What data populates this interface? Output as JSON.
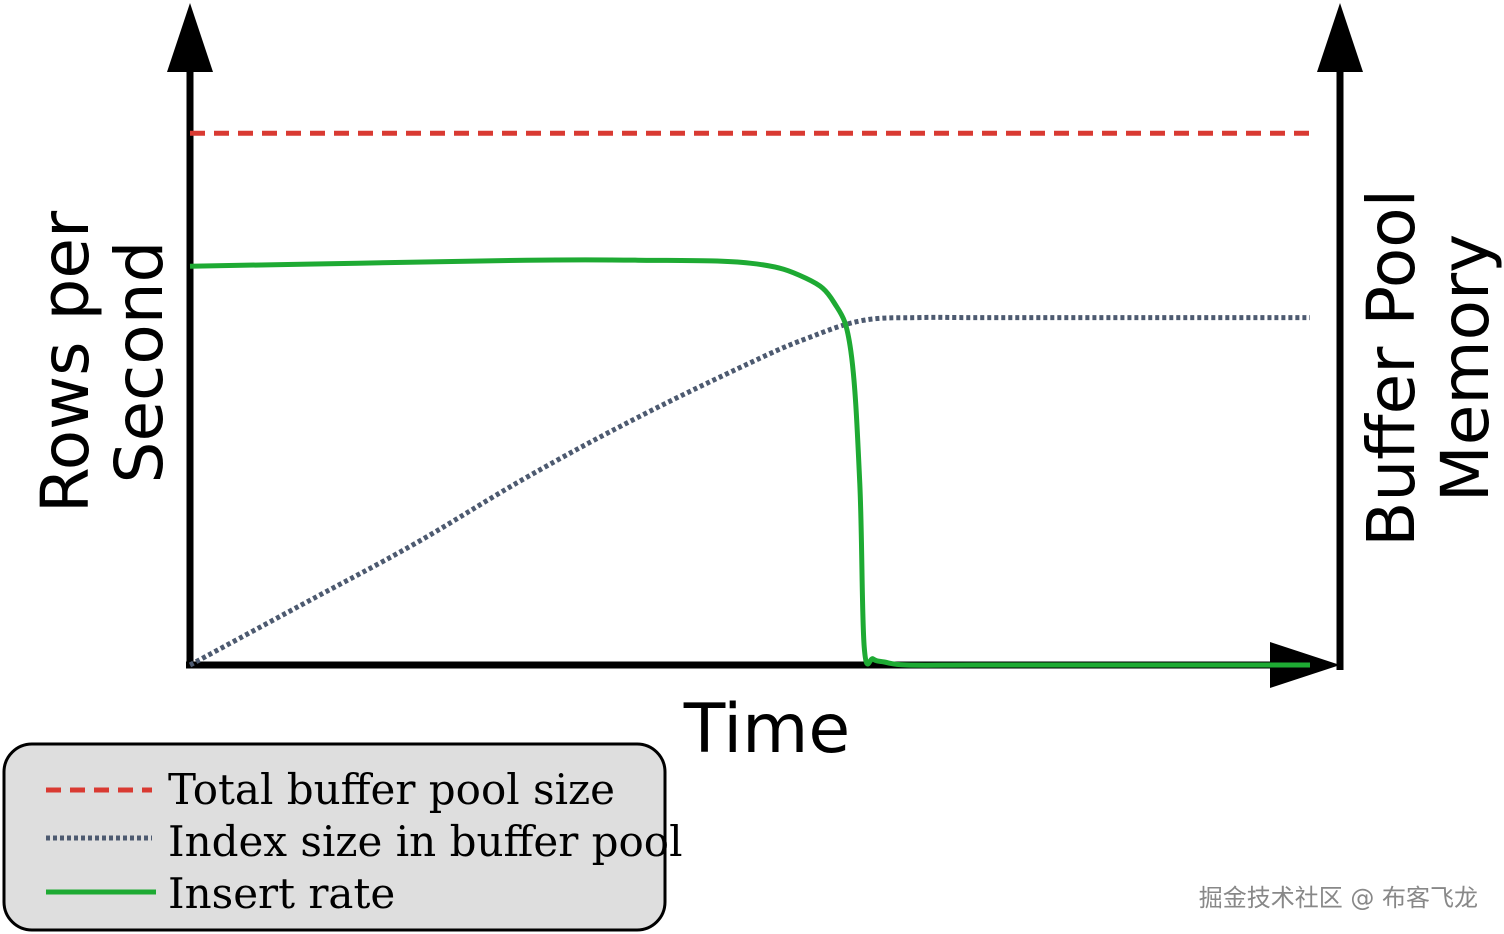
{
  "chart_data": {
    "type": "line",
    "x_axis_label": "Time",
    "y_axis_left_label_lines": [
      "Rows per",
      "Second"
    ],
    "y_axis_right_label_lines": [
      "Buffer Pool",
      "Memory"
    ],
    "x_range": [
      0,
      100
    ],
    "y_range": [
      0,
      100
    ],
    "grid": false,
    "legend_position": "bottom-left",
    "series": [
      {
        "name": "Total buffer pool size",
        "style": "dashed",
        "color": "#d93a32",
        "x": [
          0,
          100
        ],
        "y": [
          88,
          88
        ]
      },
      {
        "name": "Index size in buffer pool",
        "style": "dotted",
        "color": "#4d5a70",
        "x": [
          0,
          10,
          20,
          30,
          40,
          50,
          55,
          60,
          65,
          70,
          80,
          90,
          100
        ],
        "y": [
          0,
          10,
          20,
          31,
          41,
          50,
          54,
          57,
          57.5,
          57.5,
          57.5,
          57.5,
          57.5
        ]
      },
      {
        "name": "Insert rate",
        "style": "solid",
        "color": "#1eaa33",
        "x": [
          0,
          15,
          30,
          40,
          50,
          55,
          57.5,
          59,
          59.8,
          60.2,
          61,
          62,
          64,
          70,
          80,
          90,
          100
        ],
        "y": [
          66,
          66.5,
          67,
          67,
          66.5,
          64,
          60,
          52,
          30,
          3,
          1,
          0.5,
          0,
          0,
          0,
          0,
          0
        ]
      }
    ]
  },
  "watermark": "掘金技术社区 @ 布客飞龙",
  "colors": {
    "axis": "#000000",
    "legend_background": "#dedede",
    "legend_border": "#000000"
  }
}
